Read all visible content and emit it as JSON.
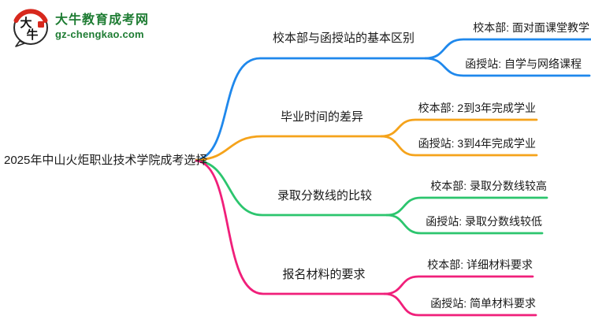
{
  "logo": {
    "icon_char_top": "大",
    "icon_char_bottom": "牛",
    "title": "大牛教育成考网",
    "domain": "gz-chengkao.com",
    "green": "#1e7c33",
    "red": "#d7281d"
  },
  "mindmap": {
    "root_label": "2025年中山火炬职业技术学院成考选择",
    "branches": [
      {
        "label": "校本部与函授站的基本区别",
        "color": "#1f88ec",
        "children": [
          "校本部: 面对面课堂教学",
          "函授站: 自学与网络课程"
        ]
      },
      {
        "label": "毕业时间的差异",
        "color": "#f5a31b",
        "children": [
          "校本部: 2到3年完成学业",
          "函授站: 3到4年完成学业"
        ]
      },
      {
        "label": "录取分数线的比较",
        "color": "#2cc56e",
        "children": [
          "校本部: 录取分数线较高",
          "函授站: 录取分数线较低"
        ]
      },
      {
        "label": "报名材料的要求",
        "color": "#f01f7a",
        "children": [
          "校本部: 详细材料要求",
          "函授站: 简单材料要求"
        ]
      }
    ]
  }
}
